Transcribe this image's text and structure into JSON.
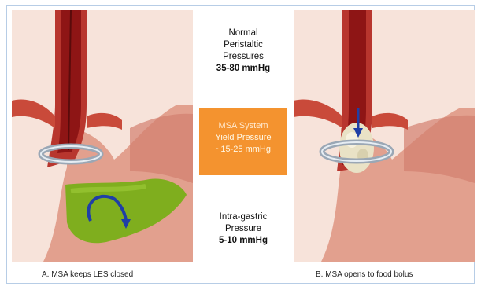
{
  "center": {
    "top": {
      "line1": "Normal",
      "line2": "Peristaltic",
      "line3": "Pressures",
      "value": "35-80 mmHg"
    },
    "orange": {
      "line1": "MSA System",
      "line2": "Yield Pressure",
      "line3": "~15-25 mmHg",
      "bg": "#f4932f"
    },
    "bottom": {
      "line1": "Intra-gastric",
      "line2": "Pressure",
      "value": "5-10 mmHg"
    }
  },
  "captions": {
    "a": "A. MSA keeps LES closed",
    "b": "B.  MSA opens to food bolus"
  },
  "colors": {
    "frame": "#b7cde6",
    "esophagus": "#9e1c1c",
    "stomach": "#d98a7a",
    "fluid": "#7fae1e",
    "arrow": "#1f3fa6"
  }
}
